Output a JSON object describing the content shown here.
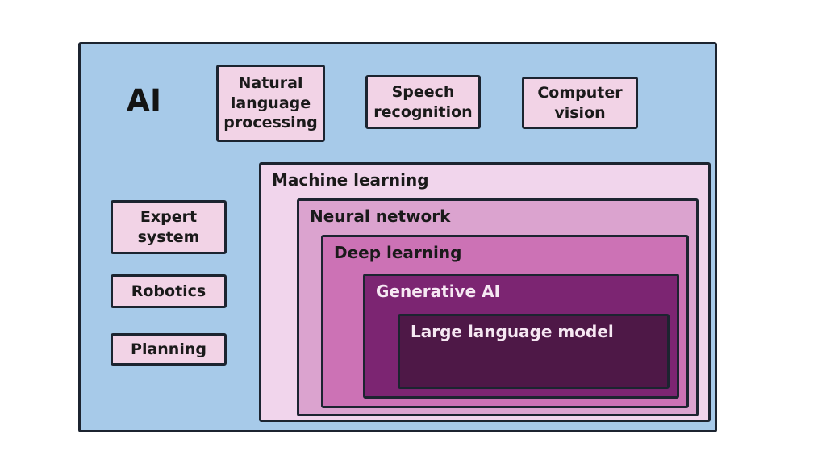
{
  "boxes": {
    "ai": {
      "label": "AI"
    },
    "nlp": {
      "label": "Natural language processing"
    },
    "speech": {
      "label": "Speech recognition"
    },
    "vision": {
      "label": "Computer vision"
    },
    "expert": {
      "label": "Expert system"
    },
    "robotics": {
      "label": "Robotics"
    },
    "planning": {
      "label": "Planning"
    },
    "ml": {
      "label": "Machine learning"
    },
    "nn": {
      "label": "Neural network"
    },
    "dl": {
      "label": "Deep learning"
    },
    "genai": {
      "label": "Generative AI"
    },
    "llm": {
      "label": "Large language model"
    }
  },
  "colors": {
    "canvas": "#ffffff",
    "ai_background": "#a7cae9",
    "pink_box": "#f2d3e6",
    "machine_learning": "#f1d5ec",
    "neural_network": "#dba3cf",
    "deep_learning": "#cc72b5",
    "generative_ai": "#7c2572",
    "large_language_model": "#4e1847",
    "border": "#1c2430",
    "text_dark": "#1a1a1a",
    "text_light": "#f6e8f3"
  }
}
